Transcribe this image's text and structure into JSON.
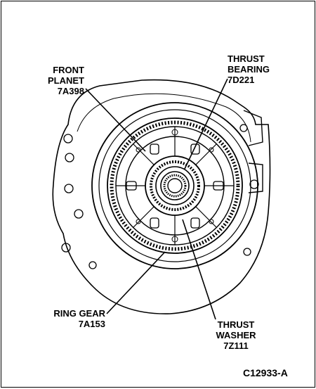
{
  "labels": {
    "front_planet": {
      "line1": "FRONT",
      "line2": "PLANET",
      "part": "7A398"
    },
    "thrust_bearing": {
      "line1": "THRUST",
      "line2": "BEARING",
      "part": "7D221"
    },
    "ring_gear": {
      "line1": "RING GEAR",
      "part": "7A153"
    },
    "thrust_washer": {
      "line1": "THRUST",
      "line2": "WASHER",
      "part": "7Z111"
    }
  },
  "figure_id": "C12933-A"
}
